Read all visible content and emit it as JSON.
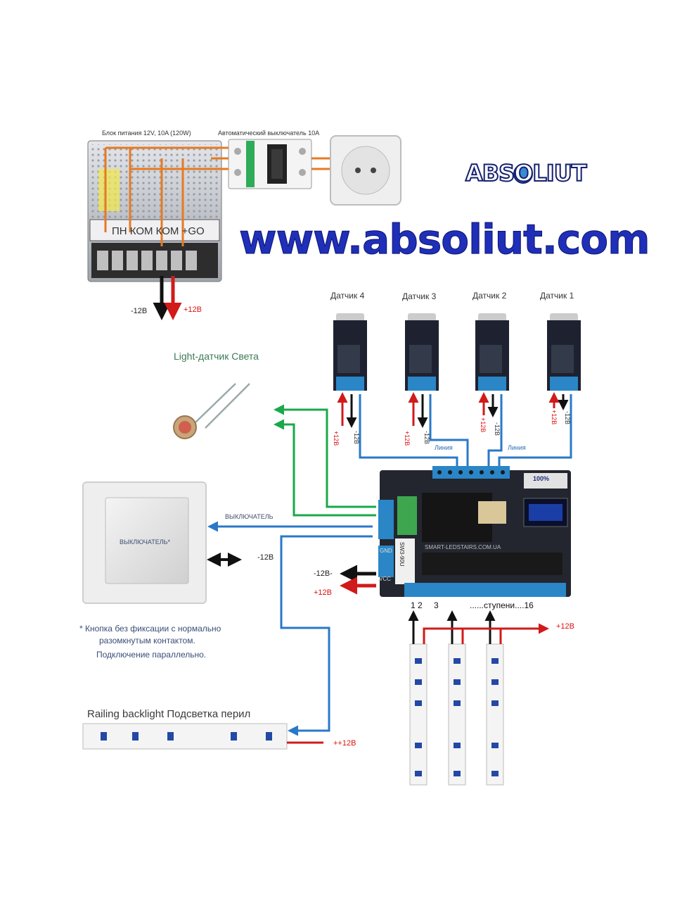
{
  "psu_label": "Блок питания 12V, 10A (120W)",
  "breaker_label": "Автоматический выключатель 10А",
  "psu_terminals": "ПН КОМ КОМ +GO",
  "website": "www.absoliut.com",
  "logo": "ABSOLIUT",
  "psu_minus": "-12В",
  "psu_plus": "+12В",
  "sensors": [
    {
      "label": "Датчик 4"
    },
    {
      "label": "Датчик 3"
    },
    {
      "label": "Датчик 2"
    },
    {
      "label": "Датчик 1"
    }
  ],
  "sensor_wire_plus": "+12В",
  "sensor_wire_minus": "-12В",
  "line_label": "Линия",
  "light_sensor_label": "Light-датчик Света",
  "switch_face": "ВЫКЛЮЧАТЕЛЬ*",
  "switch_wire": "ВЫКЛЮЧАТЕЛЬ",
  "switch_minus": "-12В",
  "ctrl_minus": "-12В-",
  "ctrl_plus": "+12В",
  "board_sw": "SW3-90U",
  "board_gnd": "GND",
  "board_vcc": "VCC",
  "board_site": "SMART-LEDSTAIRS.COM.UA",
  "board_badge": "100%",
  "step_nums": "1 2",
  "step_three": "3",
  "steps_label": "......ступени....16",
  "strip_plus": "+12В",
  "note_line1": "*  Кнопка без фиксации с нормально",
  "note_line2": "разомкнутым контактом.",
  "note_line3": "Подключение параллельно.",
  "railing_label": "Railing backlight Подсветка перил",
  "railing_plus": "++12В",
  "colors": {
    "accent_blue": "#1f2fb8",
    "wire_red": "#d11a1a",
    "wire_blue": "#2a78c8",
    "wire_green": "#1aa84a",
    "board": "#23262f"
  }
}
